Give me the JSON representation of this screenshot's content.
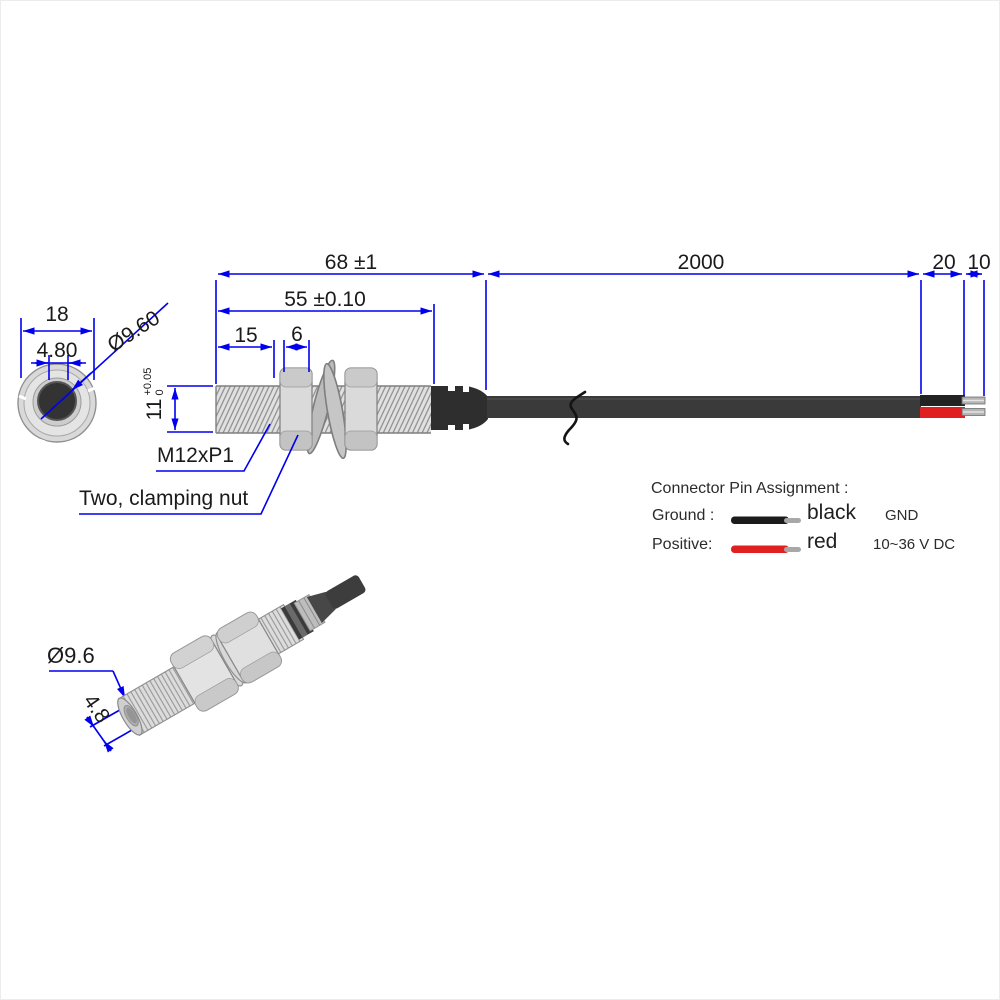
{
  "drawing": {
    "front_view": {
      "dim_width": "18",
      "dim_core": "4.80",
      "dim_diameter": "Ø9.60"
    },
    "side_view": {
      "dim_total_length": "68 ±1",
      "dim_thread_length": "55 ±0.10",
      "dim_front_offset": "15",
      "dim_nut_width": "6",
      "dim_cable_length": "2000",
      "dim_wire_length": "20",
      "dim_strip_length": "10",
      "dim_body_height": "11",
      "dim_body_tol_upper": "+0.05",
      "dim_body_tol_lower": "0",
      "thread_label": "M12xP1",
      "nut_label": "Two, clamping nut"
    },
    "perspective_view": {
      "dim_diameter": "Ø9.6",
      "dim_core": "4.8"
    },
    "pin_assignment": {
      "title": "Connector Pin Assignment :",
      "ground_label": "Ground :",
      "ground_wire": "black",
      "ground_value": "GND",
      "positive_label": "Positive:",
      "positive_wire": "red",
      "positive_value": "10~36 V DC"
    },
    "colors": {
      "dimension_blue": "#0000ee",
      "wire_red": "#e02020",
      "wire_black": "#1b1b1b",
      "cable_gray": "#3a3a3a"
    }
  }
}
